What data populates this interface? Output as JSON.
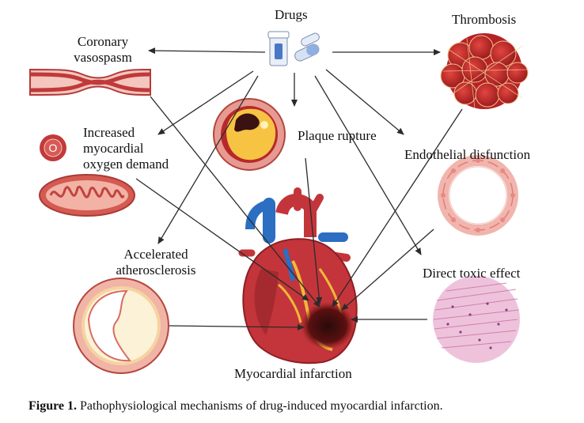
{
  "title": "Drugs",
  "nodes": {
    "coronary_vasospasm": "Coronary vasospasm",
    "thrombosis": "Thrombosis",
    "increased_demand": "Increased myocardial oxygen demand",
    "oxygen_symbol": "O",
    "plaque_rupture": "Plaque rupture",
    "endothelial": "Endothelial disfunction",
    "accelerated": "Accelerated atherosclerosis",
    "direct_toxic": "Direct toxic effect",
    "mi": "Myocardial infarction"
  },
  "caption": {
    "label": "Figure 1.",
    "text": "Pathophysiological mechanisms of drug-induced myocardial infarction."
  },
  "colors": {
    "arrow": "#2b2b2b",
    "vessel_red": "#c0393b",
    "vessel_pink": "#f2b8b0",
    "heart_red": "#c3353a",
    "heart_blue": "#2b6ec2",
    "plaque_yellow": "#f6c343",
    "clot_red": "#c8262b",
    "tissue_pink": "#e9a8c9"
  }
}
